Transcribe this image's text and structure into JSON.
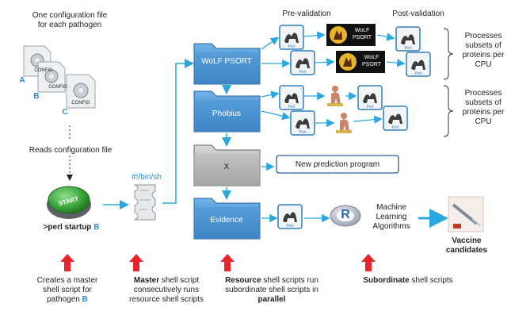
{
  "config": {
    "caption_lines": [
      "One configuration file",
      "for each pathogen"
    ],
    "file_label": "CONFIG",
    "file_letters": [
      "A",
      "B",
      "C"
    ],
    "reads_label": "Reads configuration file"
  },
  "start": {
    "button_label": "START",
    "command_text": ">perl startup",
    "command_letter": "B"
  },
  "shebang": "#!/bin/sh",
  "folders": [
    "WoLF PSORT",
    "Phobius",
    "X",
    "Evidence"
  ],
  "stage_labels": {
    "pre": "Pre-validation",
    "post": "Post-validation"
  },
  "new_program_label": "New prediction program",
  "wolf_logo": {
    "line1": "WoLF",
    "line2": "PSORT"
  },
  "script_tag": "Perl",
  "braces": [
    {
      "lines": [
        "Processes",
        "subsets of",
        "proteins per",
        "CPU"
      ]
    },
    {
      "lines": [
        "Processes",
        "subsets of",
        "proteins per",
        "CPU"
      ]
    }
  ],
  "ml": {
    "r_letter": "R",
    "lines": [
      "Machine",
      "Learning",
      "Algorithms"
    ]
  },
  "vaccine_lines": [
    "Vaccine",
    "candidates"
  ],
  "bottom": {
    "c1": {
      "l1": "Creates a master",
      "l2": "shell script for",
      "l3a": "pathogen",
      "l3b": "B"
    },
    "c2": {
      "l1a": "Master",
      "l1b": " shell script",
      "l2": "consecutively runs",
      "l3": "resource shell scripts"
    },
    "c3": {
      "l1a": "Resource",
      "l1b": " shell scripts run",
      "l2": "subordinate shell scripts in",
      "l3": "parallel"
    },
    "c4": {
      "l1a": "Subordinate",
      "l1b": " shell scripts"
    }
  },
  "colors": {
    "arrow": "#29a8e0",
    "folder": "#3f87c7",
    "red": "#e8242a",
    "start": "#3aa63a",
    "accent": "#1e90d6"
  }
}
